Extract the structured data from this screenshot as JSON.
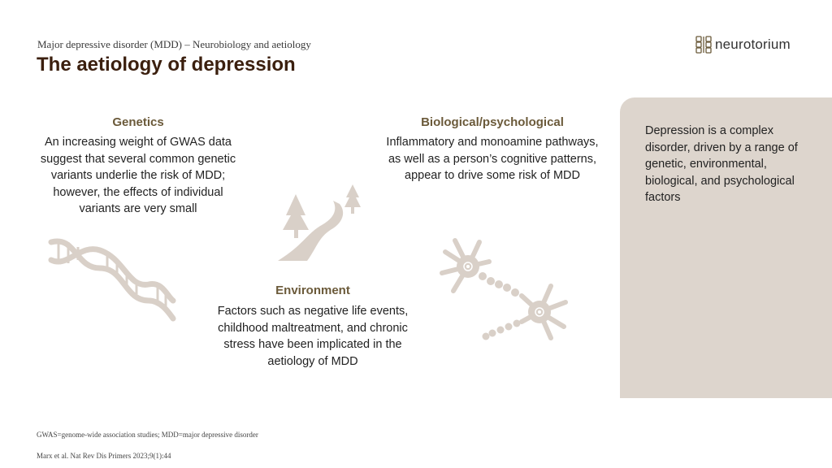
{
  "header": {
    "subtitle": "Major depressive disorder (MDD) – Neurobiology and aetiology",
    "title": "The aetiology of depression"
  },
  "logo": {
    "text": "neurotorium",
    "icon": "neurotorium-logo-icon"
  },
  "blocks": {
    "genetics": {
      "heading": "Genetics",
      "body": "An increasing weight of GWAS data suggest that several common genetic variants underlie the risk of MDD; however, the effects of individual variants are very small",
      "icon": "dna-icon"
    },
    "biological": {
      "heading": "Biological/psychological",
      "body": "Inflammatory and monoamine pathways, as well as a person’s cognitive patterns, appear to drive some risk of MDD",
      "icon": "neurons-icon"
    },
    "environment": {
      "heading": "Environment",
      "body": "Factors such as negative life events, childhood maltreatment, and chronic stress have been implicated in the aetiology of MDD",
      "icon": "road-trees-icon"
    }
  },
  "side_panel": {
    "text": "Depression is a complex disorder, driven by a range of genetic, environmental, biological, and psychological factors"
  },
  "footnotes": {
    "abbreviations": "GWAS=genome-wide association studies; MDD=major depressive disorder",
    "reference": "Marx et al. Nat Rev Dis Primers 2023;9(1):44"
  },
  "colors": {
    "title": "#3b1f0e",
    "heading": "#6b5a3a",
    "illustration": "#d9d0c8",
    "panel": "#ddd5cd"
  }
}
